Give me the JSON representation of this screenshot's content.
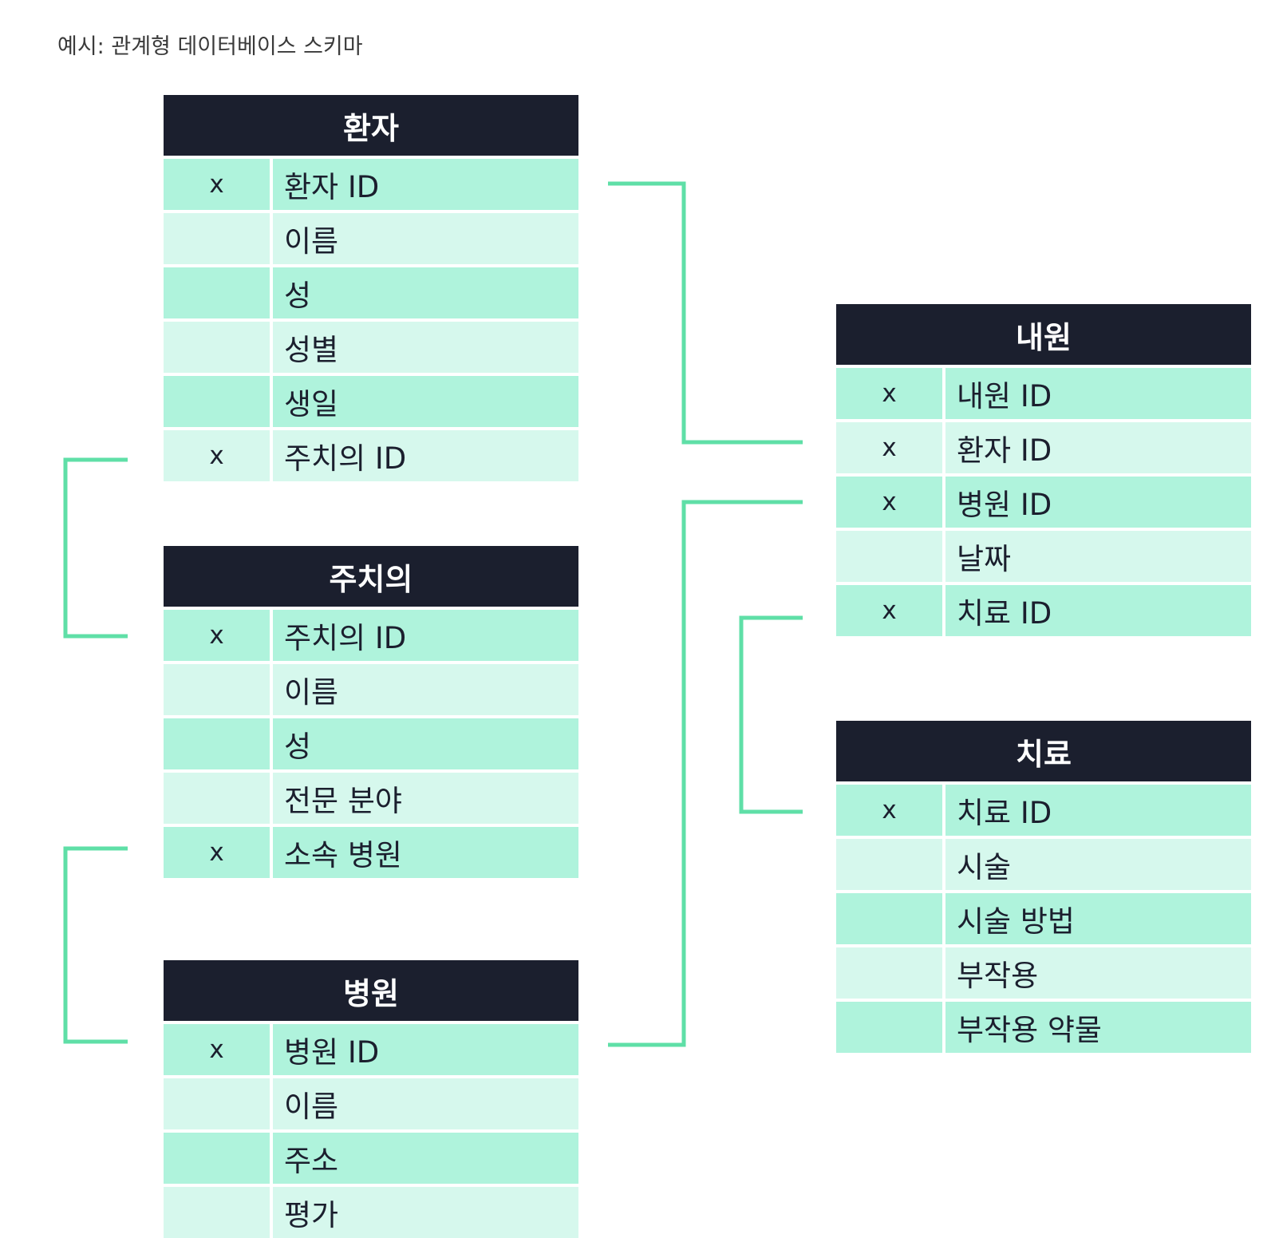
{
  "caption": "예시: 관계형 데이터베이스 스키마",
  "tables": {
    "patient": {
      "title": "환자",
      "rows": [
        {
          "key": "x",
          "field": "환자 ID"
        },
        {
          "key": "",
          "field": "이름"
        },
        {
          "key": "",
          "field": "성"
        },
        {
          "key": "",
          "field": "성별"
        },
        {
          "key": "",
          "field": "생일"
        },
        {
          "key": "x",
          "field": "주치의 ID"
        }
      ]
    },
    "physician": {
      "title": "주치의",
      "rows": [
        {
          "key": "x",
          "field": "주치의 ID"
        },
        {
          "key": "",
          "field": "이름"
        },
        {
          "key": "",
          "field": "성"
        },
        {
          "key": "",
          "field": "전문 분야"
        },
        {
          "key": "x",
          "field": "소속 병원"
        }
      ]
    },
    "hospital": {
      "title": "병원",
      "rows": [
        {
          "key": "x",
          "field": "병원 ID"
        },
        {
          "key": "",
          "field": "이름"
        },
        {
          "key": "",
          "field": "주소"
        },
        {
          "key": "",
          "field": "평가"
        }
      ]
    },
    "visit": {
      "title": "내원",
      "rows": [
        {
          "key": "x",
          "field": "내원 ID"
        },
        {
          "key": "x",
          "field": "환자 ID"
        },
        {
          "key": "x",
          "field": "병원 ID"
        },
        {
          "key": "",
          "field": "날짜"
        },
        {
          "key": "x",
          "field": "치료 ID"
        }
      ]
    },
    "treatment": {
      "title": "치료",
      "rows": [
        {
          "key": "x",
          "field": "치료 ID"
        },
        {
          "key": "",
          "field": "시술"
        },
        {
          "key": "",
          "field": "시술 방법"
        },
        {
          "key": "",
          "field": "부작용"
        },
        {
          "key": "",
          "field": "부작용 약물"
        }
      ]
    }
  },
  "colors": {
    "header": "#1b1f2e",
    "row_dark": "#aff3dc",
    "row_light": "#d6f8ed",
    "connector": "#5fdfa7"
  }
}
